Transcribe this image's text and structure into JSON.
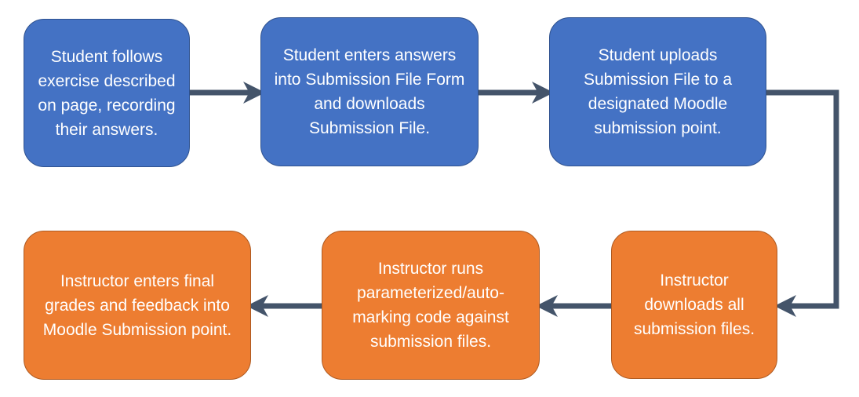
{
  "colors": {
    "student_fill": "#4472c4",
    "instructor_fill": "#ed7d31",
    "arrow": "#44546a",
    "text": "#ffffff"
  },
  "steps": [
    {
      "text": "Student follows exercise described on page, recording their answers."
    },
    {
      "text": "Student enters answers into Submission File Form and downloads Submission File."
    },
    {
      "text": "Student uploads Submission File to a designated Moodle submission point."
    },
    {
      "text": "Instructor downloads all submission files."
    },
    {
      "text": "Instructor runs parameterized/auto-marking code against submission files."
    },
    {
      "text": "Instructor enters final grades and feedback into Moodle Submission point."
    }
  ],
  "connectors": [
    {
      "from": 1,
      "to": 2
    },
    {
      "from": 2,
      "to": 3
    },
    {
      "from": 3,
      "to": 4
    },
    {
      "from": 4,
      "to": 5
    },
    {
      "from": 5,
      "to": 6
    }
  ]
}
